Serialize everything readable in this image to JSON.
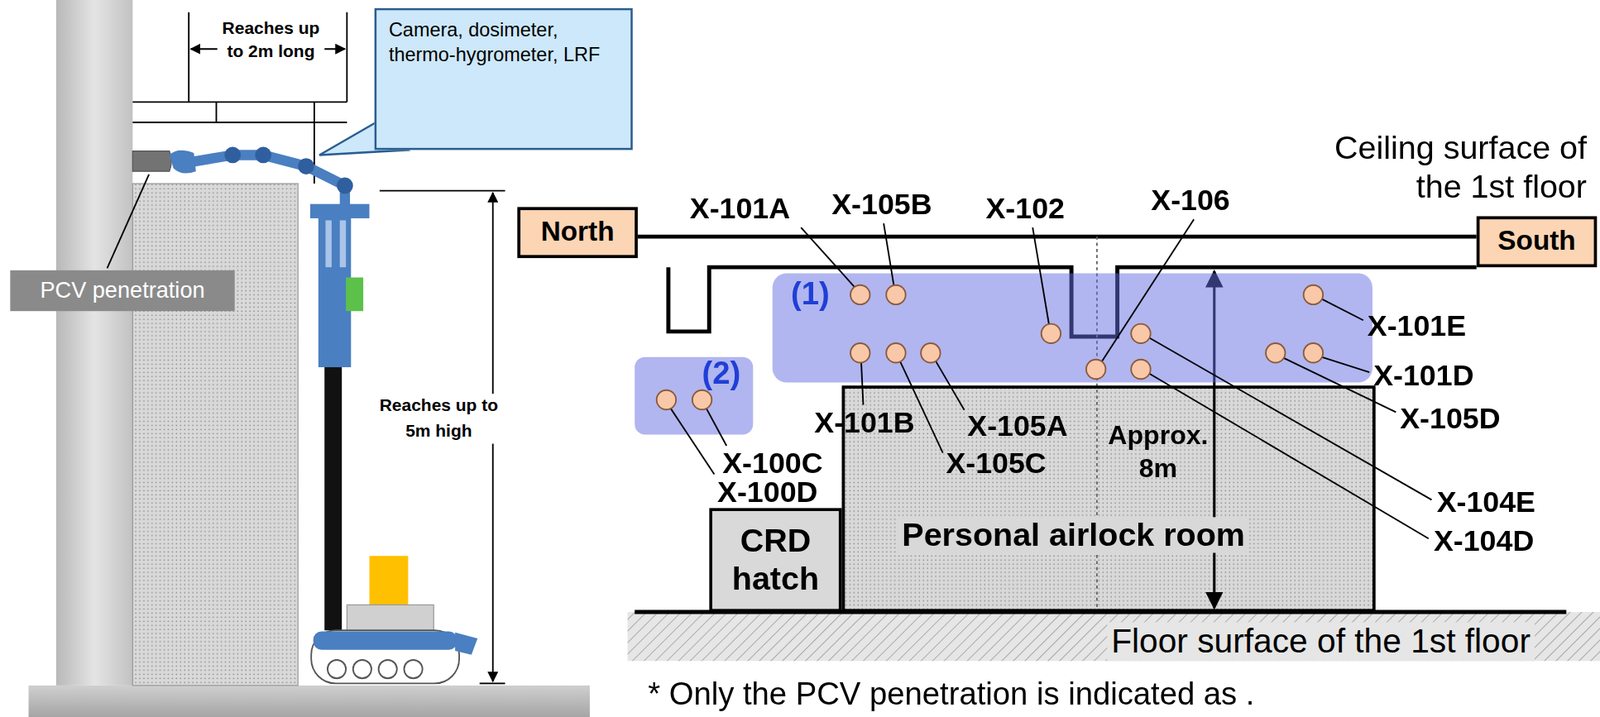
{
  "diagram": {
    "nodes": [
      {
        "text": [
          "Camera, dosimeter, thermo-hygrometer, LRF"
        ]
      },
      {
        "text": [
          "PCV penetration"
        ]
      },
      {
        "text": [
          "North"
        ]
      },
      {
        "text": [
          "South"
        ]
      },
      {
        "text": [
          "(1)"
        ]
      },
      {
        "text": [
          "(2)"
        ]
      },
      {
        "text": [
          "CRD hatch"
        ]
      },
      {
        "text": [
          "Personal airlock room"
        ]
      }
    ],
    "labels": [
      "Reaches up to 2m long",
      "Reaches up to 5m high",
      "Ceiling surface of the 1st floor",
      "X-101A",
      "X-105B",
      "X-102",
      "X-106",
      "X-101E",
      "X-101D",
      "X-105D",
      "X-101B",
      "X-105A",
      "X-105C",
      "Approx. 8m",
      "X-104E",
      "X-104D",
      "X-100C",
      "X-100D",
      "Floor surface of the 1st floor",
      "* Only the PCV penetration is indicated as ."
    ]
  }
}
